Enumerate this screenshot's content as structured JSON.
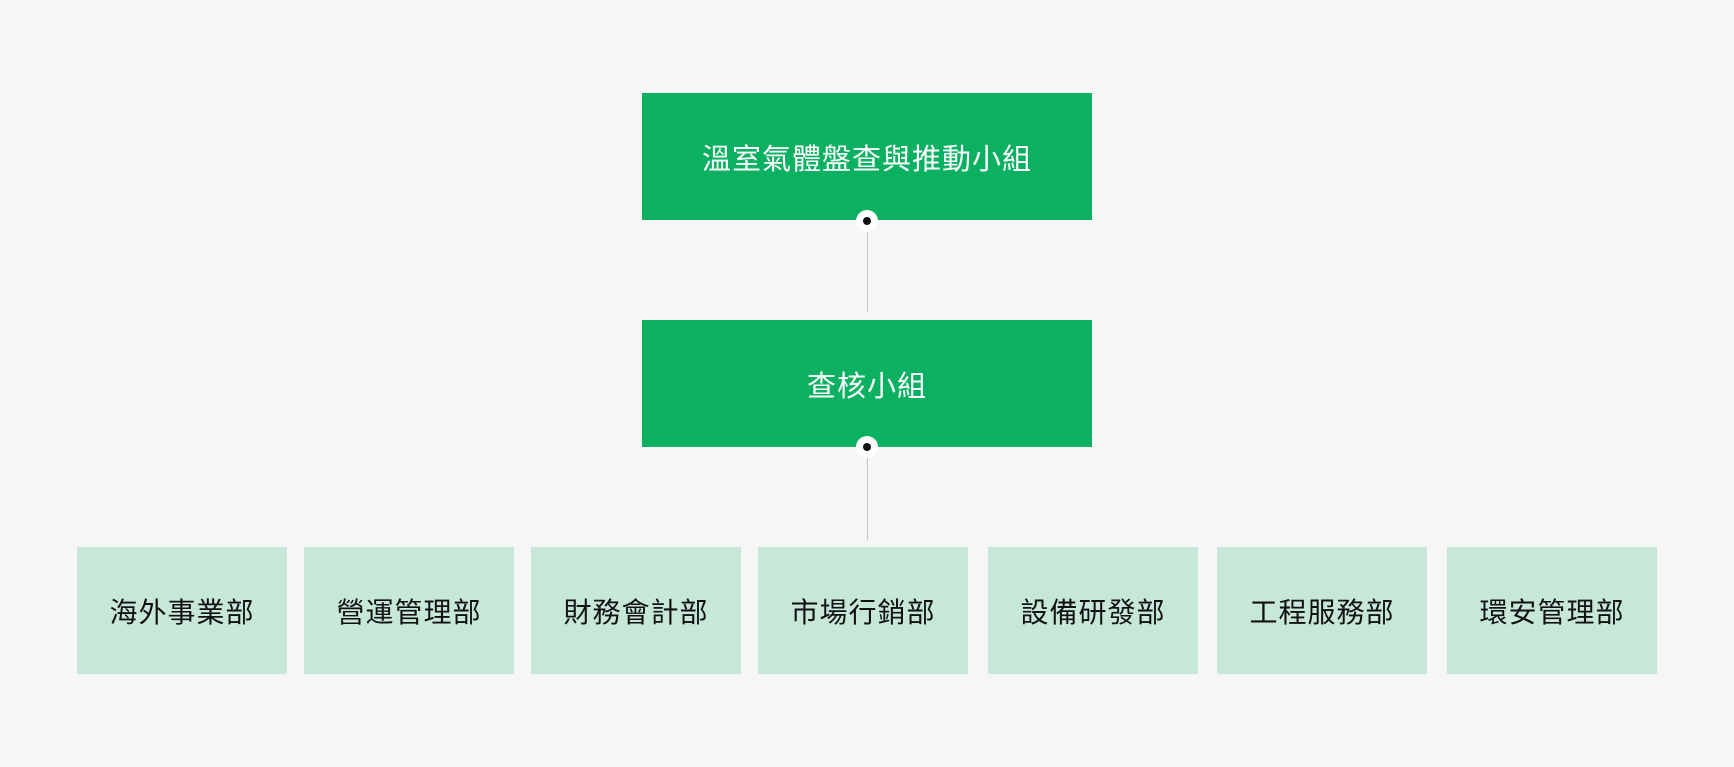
{
  "chart": {
    "root": {
      "label": "溫室氣體盤查與推動小組"
    },
    "middle": {
      "label": "查核小組"
    },
    "departments": [
      {
        "label": "海外事業部"
      },
      {
        "label": "營運管理部"
      },
      {
        "label": "財務會計部"
      },
      {
        "label": "市場行銷部"
      },
      {
        "label": "設備研發部"
      },
      {
        "label": "工程服務部"
      },
      {
        "label": "環安管理部"
      }
    ]
  },
  "colors": {
    "primary_box": "#0cb061",
    "department_box": "#c7e8d9",
    "background": "#f6f6f6",
    "connector": "#c4c4c4"
  }
}
